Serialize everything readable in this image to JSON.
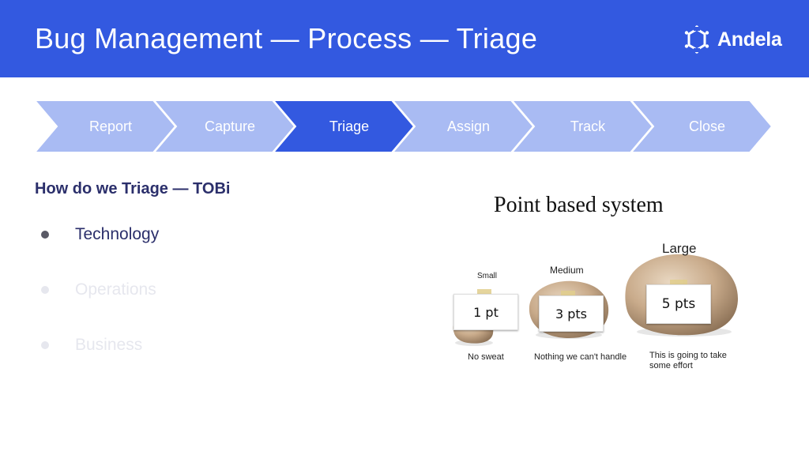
{
  "header": {
    "title": "Bug Management — Process — Triage",
    "logo_text": "Andela",
    "bg_color": "#3359e0"
  },
  "steps": [
    {
      "label": "Report",
      "active": false
    },
    {
      "label": "Capture",
      "active": false
    },
    {
      "label": "Triage",
      "active": true
    },
    {
      "label": "Assign",
      "active": false
    },
    {
      "label": "Track",
      "active": false
    },
    {
      "label": "Close",
      "active": false
    }
  ],
  "step_colors": {
    "active": "#3359e0",
    "inactive": "#a9bbf3"
  },
  "subtitle": "How do we Triage — TOBi",
  "bullets": [
    {
      "text": "Technology",
      "state": "active"
    },
    {
      "text": "Operations",
      "state": "dim"
    },
    {
      "text": "Business",
      "state": "dim"
    }
  ],
  "figure": {
    "title": "Point based system",
    "small": {
      "size": "Small",
      "points": "1 pt",
      "caption": "No sweat"
    },
    "medium": {
      "size": "Medium",
      "points": "3 pts",
      "caption": "Nothing we can't handle"
    },
    "large": {
      "size": "Large",
      "points": "5 pts",
      "caption": "This is going to take some effort"
    }
  }
}
